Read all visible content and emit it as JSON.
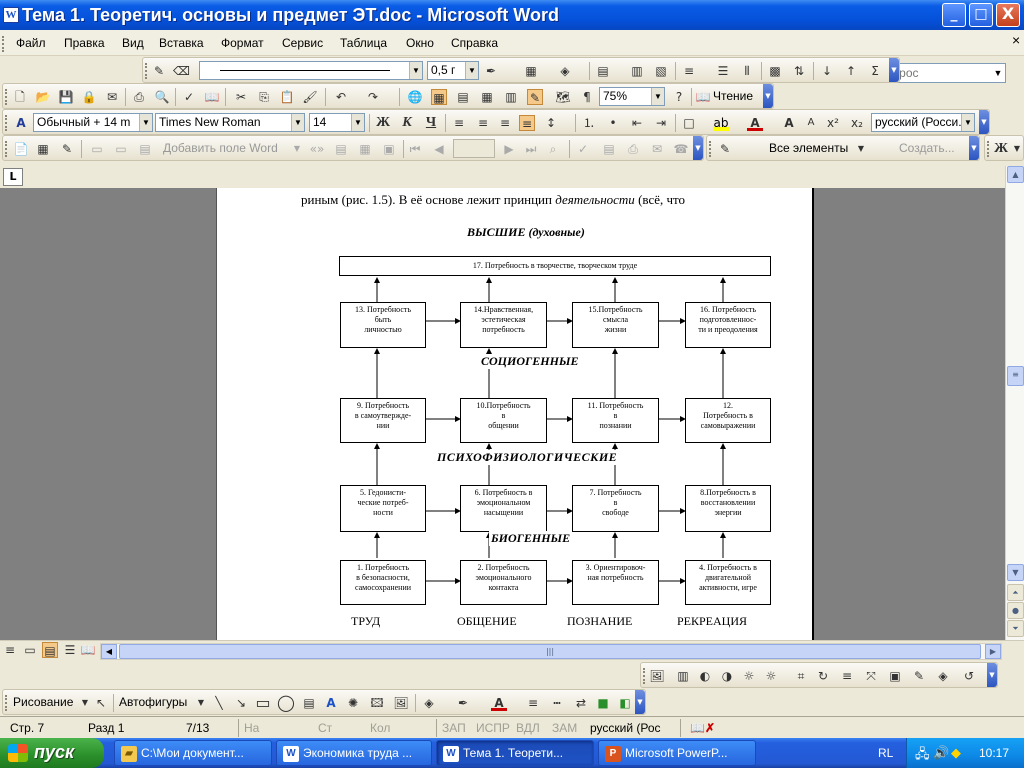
{
  "window": {
    "title": "Тема 1. Теоретич. основы и предмет ЭТ.doc - Microsoft Word",
    "app_icon_letter": "W",
    "minimize": "_",
    "maximize": "□",
    "close": "X"
  },
  "menu": {
    "items": [
      "Файл",
      "Правка",
      "Вид",
      "Вставка",
      "Формат",
      "Сервис",
      "Таблица",
      "Окно",
      "Справка"
    ],
    "ask_placeholder": "Введите вопрос"
  },
  "toolbar_drawing_top": {
    "line_width": "0,5 г"
  },
  "toolbar_standard": {
    "zoom": "75%",
    "reading": "Чтение"
  },
  "toolbar_format": {
    "style": "Обычный + 14 m",
    "font": "Times New Roman",
    "size": "14",
    "bold": "Ж",
    "italic": "К",
    "underline": "Ч",
    "language": "русский (Росси."
  },
  "toolbar_mail": {
    "add_field": "Добавить поле Word",
    "all_elements": "Все элементы",
    "create": "Создать...",
    "bold": "Ж"
  },
  "document": {
    "intro_line": "риным (рис. 1.5). В её основе лежит принцип",
    "intro_italic": "деятельности",
    "intro_tail": "(всё, что",
    "top_level": "ВЫСШИЕ (духовные)",
    "top_box": "17. Потребность в творчестве, творческом труде",
    "levels": {
      "sociogenic": "СОЦИОГЕННЫЕ",
      "psychophys": "ПСИХОФИЗИОЛОГИЧЕСКИЕ",
      "biogenic": "БИОГЕННЫЕ"
    },
    "row1": [
      "13. Потребность\nбыть\nличностью",
      "14.Нравственная,\nэстетическая\nпотребность",
      "15.Потребность\nсмысла\nжизни",
      "16. Потребность\nподготовленнос-\nти и преодоления"
    ],
    "row2": [
      "9. Потребность\nв самоутвержде-\nнии",
      "10.Потребность\nв\nобщении",
      "11. Потребность\nв\nпознании",
      "12.\nПотребность в\nсамовыражении"
    ],
    "row3": [
      "5. Гедонисти-\nческие потреб-\nности",
      "6. Потребность в\nэмоциональном\nнасыщении",
      "7. Потребность\nв\nсвободе",
      "8.Потребность в\nвосстановлении\nэнергии"
    ],
    "row4": [
      "1. Потребность\nв безопасности,\nсамосохранении",
      "2. Потребность\nэмоционального\nконтакта",
      "3. Ориентировоч-\nная потребность",
      "4. Потребность в\nдвигательной\nактивности, игре"
    ],
    "footer": [
      "ТРУД",
      "ОБЩЕНИЕ",
      "ПОЗНАНИЕ",
      "РЕКРЕАЦИЯ"
    ]
  },
  "drawing_toolbar": {
    "draw": "Рисование",
    "autoshapes": "Автофигуры"
  },
  "status": {
    "page": "Стр. 7",
    "section": "Разд 1",
    "pages": "7/13",
    "at": "На",
    "line": "Ст",
    "col": "Кол",
    "rec": "ЗАП",
    "trk": "ИСПР",
    "ext": "ВДЛ",
    "ovr": "ЗАМ",
    "lang": "русский (Рос"
  },
  "taskbar": {
    "start": "пуск",
    "tasks": [
      "C:\\Мои документ...",
      "Экономика труда ...",
      "Тема 1. Теорети...",
      "Microsoft PowerP..."
    ],
    "lang": "RL",
    "clock": "10:17"
  }
}
